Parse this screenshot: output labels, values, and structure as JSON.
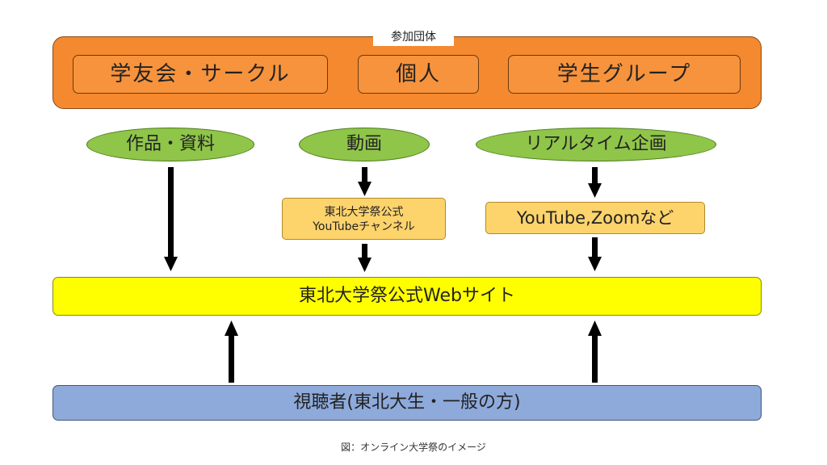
{
  "groups": {
    "label": "参加団体",
    "items": [
      "学友会・サークル",
      "個人",
      "学生グループ"
    ]
  },
  "content_types": {
    "works": "作品・資料",
    "video": "動画",
    "realtime": "リアルタイム企画"
  },
  "channels": {
    "youtube_line1": "東北大学祭公式",
    "youtube_line2": "YouTubeチャンネル",
    "live": "YouTube,Zoomなど"
  },
  "website": "東北大学祭公式Webサイト",
  "viewers": "視聴者(東北大生・一般の方)",
  "caption": "図：オンライン大学祭のイメージ",
  "colors": {
    "groups_fill": "#f4892f",
    "ellipse_fill": "#8fc549",
    "channel_fill": "#fdd36c",
    "website_fill": "#ffff00",
    "viewers_fill": "#8eaadb"
  }
}
